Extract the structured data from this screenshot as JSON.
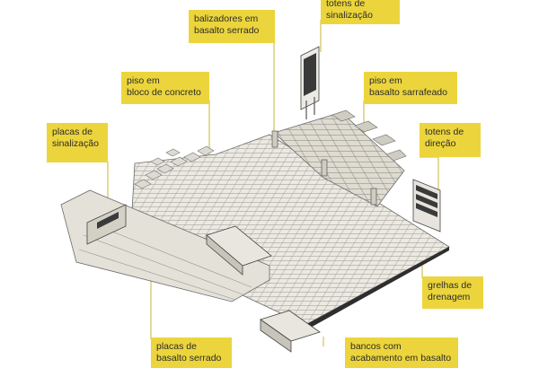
{
  "colors": {
    "label_bg": "#ecd53c",
    "leader": "#c9b534",
    "paving": "#e6e4dc",
    "stone": "#d6d3c7",
    "edge": "#555555",
    "dark": "#3a3a3a"
  },
  "labels": {
    "balizadores": {
      "line1": "balizadores em",
      "line2": "basalto serrado"
    },
    "totens_sinalizacao": {
      "line1": "totens de",
      "line2": "sinalização"
    },
    "piso_concreto": {
      "line1": "piso em",
      "line2": "bloco de concreto"
    },
    "piso_basalto": {
      "line1": "piso em",
      "line2": "basalto sarrafeado"
    },
    "placas_sinalizacao": {
      "line1": "placas de",
      "line2": "sinalização"
    },
    "totens_direcao": {
      "line1": "totens de",
      "line2": "direção"
    },
    "grelhas": {
      "line1": "grelhas de",
      "line2": "drenagem"
    },
    "placas_basalto": {
      "line1": "placas de",
      "line2": "basalto serrado"
    },
    "bancos": {
      "line1": "bancos com",
      "line2": "acabamento em basalto"
    }
  }
}
